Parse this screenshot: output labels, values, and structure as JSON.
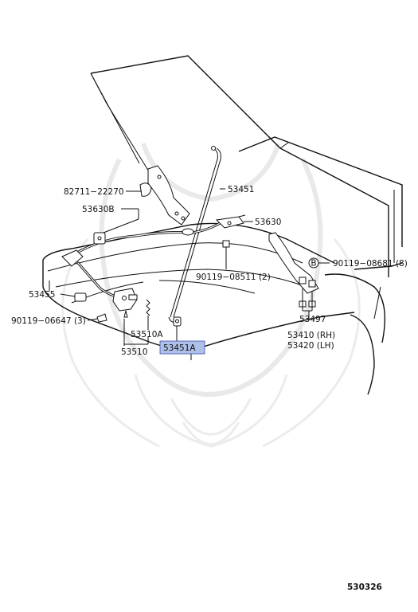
{
  "callouts": {
    "p82711_22270": "82711−22270",
    "p53630B": "53630B",
    "p53451": "53451",
    "p53630": "53630",
    "p90119_08681": "90119−08681 (8)",
    "p90119_08511": "90119−08511 (2)",
    "p53455": "53455",
    "p90119_06647": "90119−06647 (3)",
    "p53497": "53497",
    "p53510A": "53510A",
    "p53410": "53410 (RH)",
    "p53420": "53420 (LH)",
    "p53510": "53510",
    "p53451A": "53451A"
  },
  "bolt_marker": "B",
  "figure_number": "530326",
  "colors": {
    "highlight_fill": "#aebfe8",
    "highlight_stroke": "#3a4fb0",
    "line": "#111111",
    "watermark": "#e9e9e9"
  },
  "watermark_icon": "samurai-helmet-icon"
}
